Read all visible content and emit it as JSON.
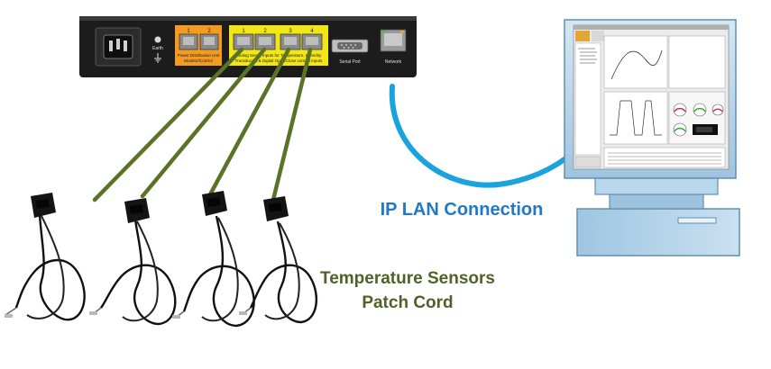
{
  "device": {
    "earth_label": "Earth",
    "pdu_ports": [
      "1",
      "2"
    ],
    "pdu_label_line1": "Power Distribution Unit",
    "pdu_label_line2": "Monitor/Control",
    "sensor_ports": [
      "1",
      "2",
      "3",
      "4"
    ],
    "sensor_label_line1": "Analog Sense Inputs for Temperature, Humidity",
    "sensor_label_line2": "Transducers & Digital Open/Close contact inputs",
    "serial_label": "Serial Port",
    "network_label": "Network"
  },
  "connection_label": "IP LAN Connection",
  "sensors_label_line1": "Temperature Sensors",
  "sensors_label_line2": "Patch Cord",
  "colors": {
    "device_body": "#1c1c1c",
    "pdu_orange": "#f39a22",
    "sensor_yellow": "#f2e616",
    "cable_green": "#5a7326",
    "lan_blue": "#1aa3dc",
    "connection_text": "#1f78c8",
    "sensors_text": "#4f6228",
    "monitor_blue": "#b9d7ea"
  }
}
